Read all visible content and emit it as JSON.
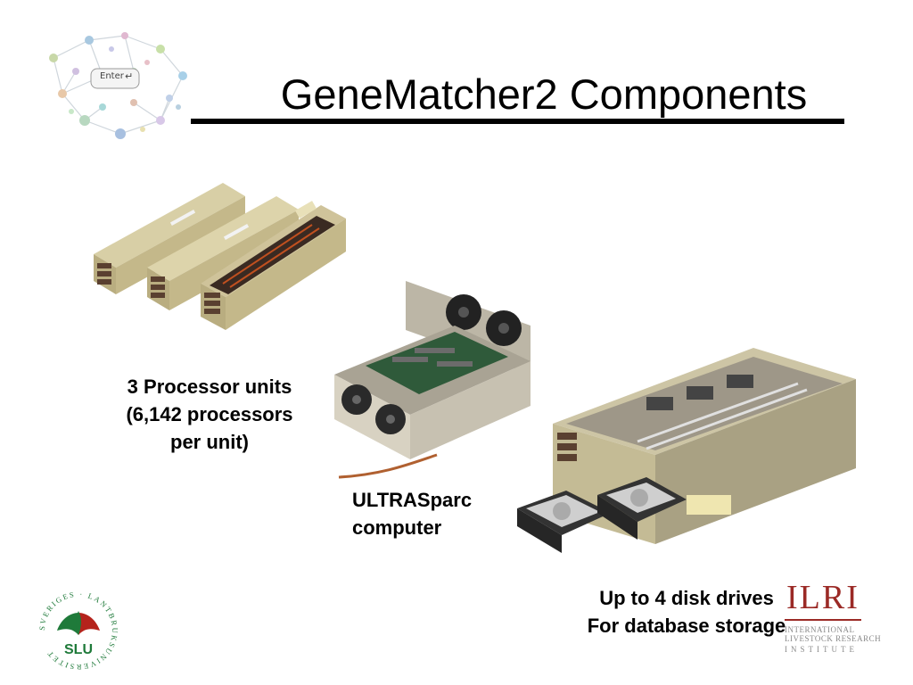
{
  "slide": {
    "title": "GeneMatcher2 Components",
    "network_logo": {
      "key_label": "Enter"
    },
    "captions": {
      "processors": [
        "3 Processor units",
        "(6,142 processors",
        "per unit)"
      ],
      "ultrasparc": [
        "ULTRASparc",
        "computer"
      ],
      "disks": [
        "Up to 4 disk drives",
        "For database storage"
      ]
    },
    "logos": {
      "slu": {
        "arc_text": "SVERIGES · LANTBRUKSUNIVERSITET",
        "abbr": "SLU"
      },
      "ilri": {
        "letters": "ILRI",
        "line1": "INTERNATIONAL",
        "line2": "LIVESTOCK RESEARCH",
        "line3": "INSTITUTE"
      }
    }
  },
  "colors": {
    "slu_green": "#1f7a3a",
    "slu_red": "#b5231c",
    "ilri_red": "#9b2a26",
    "hardware_beige": "#c9bd8f"
  }
}
